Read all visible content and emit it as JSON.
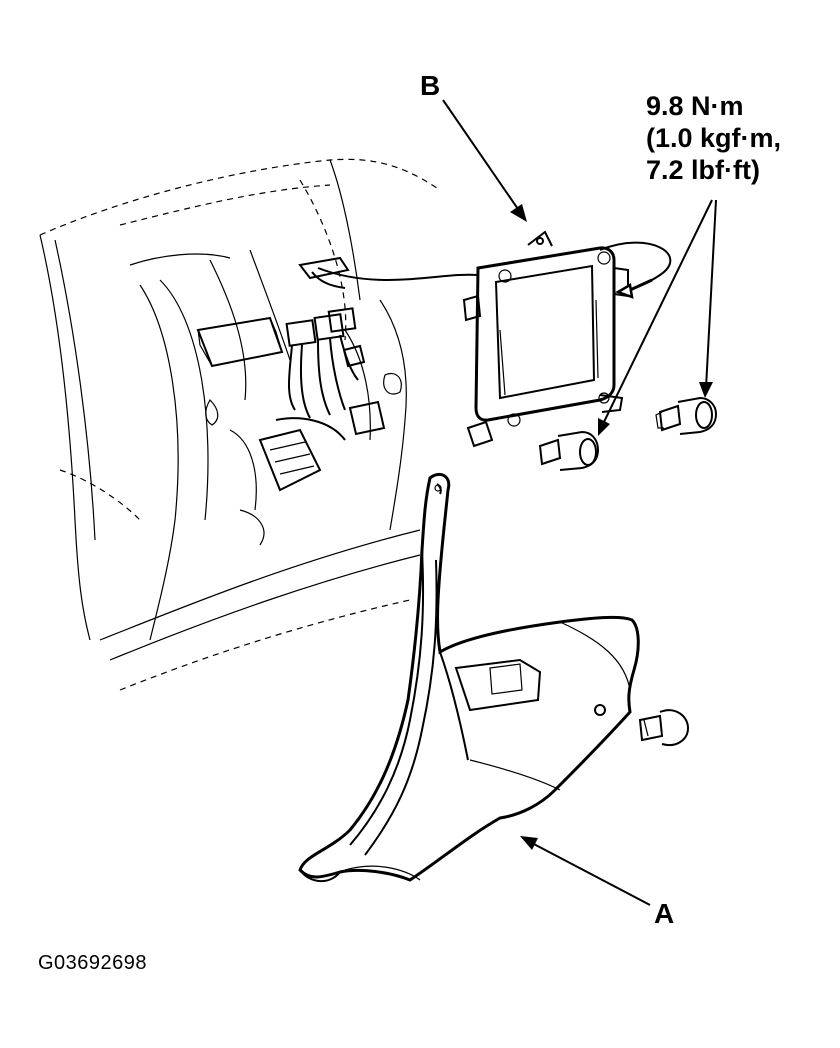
{
  "callouts": {
    "a": "A",
    "b": "B"
  },
  "torque_spec": {
    "line1": "9.8 N·m",
    "line2": "(1.0 kgf·m,",
    "line3": "7.2 lbf·ft)"
  },
  "figure_id": "G03692698",
  "colors": {
    "ink": "#000000",
    "paper": "#ffffff"
  }
}
